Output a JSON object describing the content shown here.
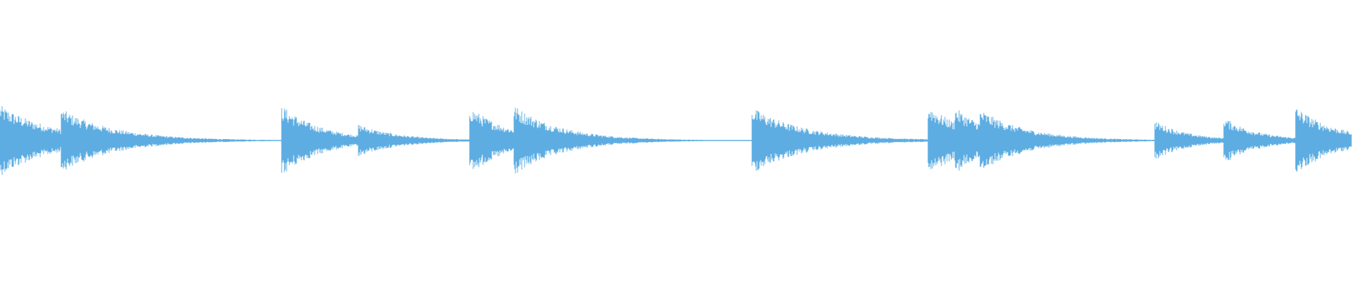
{
  "waveform": {
    "color": "#5dade2",
    "background": "#ffffff",
    "bursts": [
      {
        "start": 0.0,
        "amplitude": 0.98,
        "decay": 0.04
      },
      {
        "start": 0.045,
        "amplitude": 0.88,
        "decay": 0.04
      },
      {
        "start": 0.208,
        "amplitude": 0.98,
        "decay": 0.03
      },
      {
        "start": 0.265,
        "amplitude": 0.45,
        "decay": 0.03
      },
      {
        "start": 0.347,
        "amplitude": 0.95,
        "decay": 0.03
      },
      {
        "start": 0.38,
        "amplitude": 0.98,
        "decay": 0.035
      },
      {
        "start": 0.556,
        "amplitude": 0.92,
        "decay": 0.04
      },
      {
        "start": 0.686,
        "amplitude": 1.0,
        "decay": 0.03
      },
      {
        "start": 0.706,
        "amplitude": 0.92,
        "decay": 0.03
      },
      {
        "start": 0.725,
        "amplitude": 0.85,
        "decay": 0.035
      },
      {
        "start": 0.854,
        "amplitude": 0.55,
        "decay": 0.025
      },
      {
        "start": 0.905,
        "amplitude": 0.65,
        "decay": 0.025
      },
      {
        "start": 0.958,
        "amplitude": 0.95,
        "decay": 0.03
      }
    ]
  }
}
